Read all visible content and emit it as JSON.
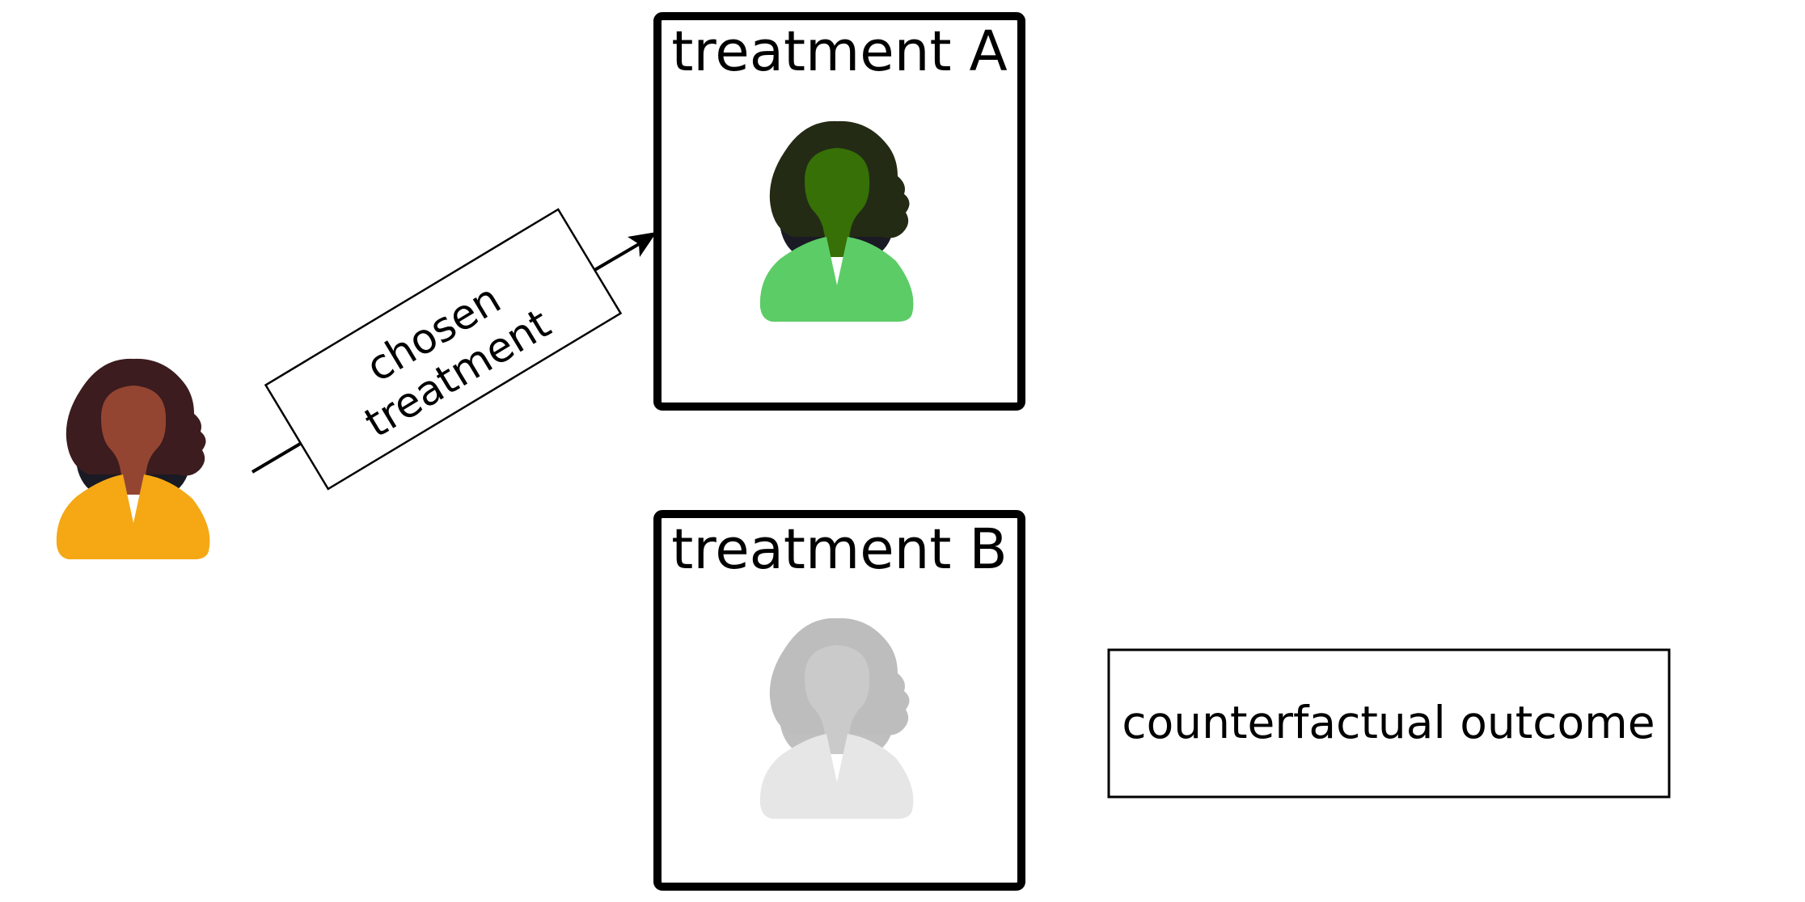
{
  "boxes": {
    "treatment_a": "treatment A",
    "treatment_b": "treatment B"
  },
  "arrow_tag": {
    "line1": "chosen",
    "line2": "treatment"
  },
  "note": "counterfactual outcome",
  "people": {
    "patient": {
      "icon": "person-icon",
      "hair": "#3c1c1e",
      "skin": "#944532",
      "collar": "#1a1a24",
      "shirt": "#f5a814"
    },
    "outcome_a": {
      "icon": "person-icon",
      "hair": "#232b15",
      "skin": "#367006",
      "collar": "#1a1a24",
      "shirt": "#5ccc66"
    },
    "outcome_b": {
      "icon": "person-icon",
      "hair": "#bdbdbd",
      "skin": "#cacaca",
      "collar": "#bfbfbf",
      "shirt": "#e6e6e6"
    }
  }
}
